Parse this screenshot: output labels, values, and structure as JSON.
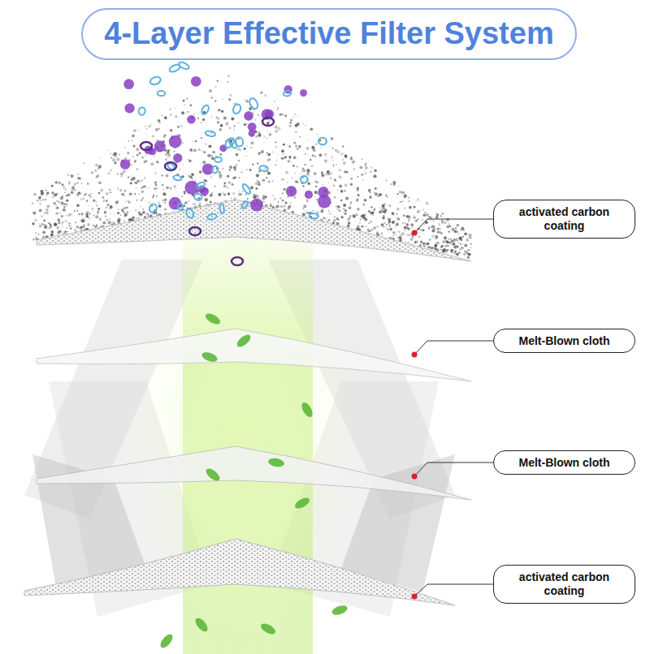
{
  "diagram": {
    "title": "4-Layer Effective Filter System",
    "nodes": [
      {
        "text": [
          "activated carbon coating"
        ]
      },
      {
        "text": [
          "Melt-Blown cloth"
        ]
      },
      {
        "text": [
          "Melt-Blown cloth"
        ]
      },
      {
        "text": [
          "activated carbon coating"
        ]
      }
    ]
  }
}
